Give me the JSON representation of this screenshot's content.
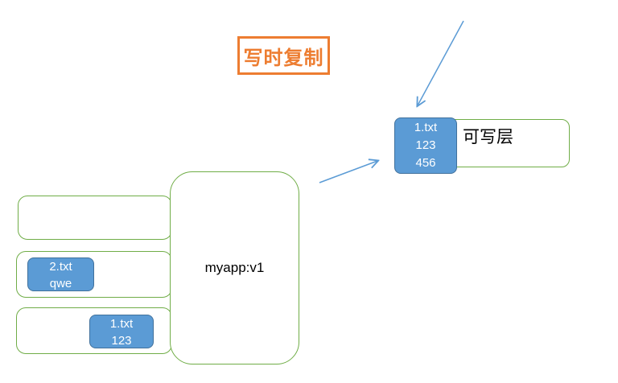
{
  "title": {
    "label": "写时复制"
  },
  "colors": {
    "accent_orange": "#ED7D31",
    "file_blue": "#5B9BD5",
    "file_blue_border": "#41719C",
    "layer_green": "#70AD47",
    "arrow_blue": "#5B9BD5"
  },
  "image": {
    "label": "myapp:v1"
  },
  "writable_layer": {
    "label": "可写层",
    "file": {
      "lines": [
        "1.txt",
        "123",
        "456"
      ]
    }
  },
  "image_layers": [
    {
      "file": null
    },
    {
      "file": {
        "lines": [
          "2.txt",
          "qwe"
        ]
      }
    },
    {
      "file": {
        "lines": [
          "1.txt",
          "123"
        ]
      }
    }
  ]
}
